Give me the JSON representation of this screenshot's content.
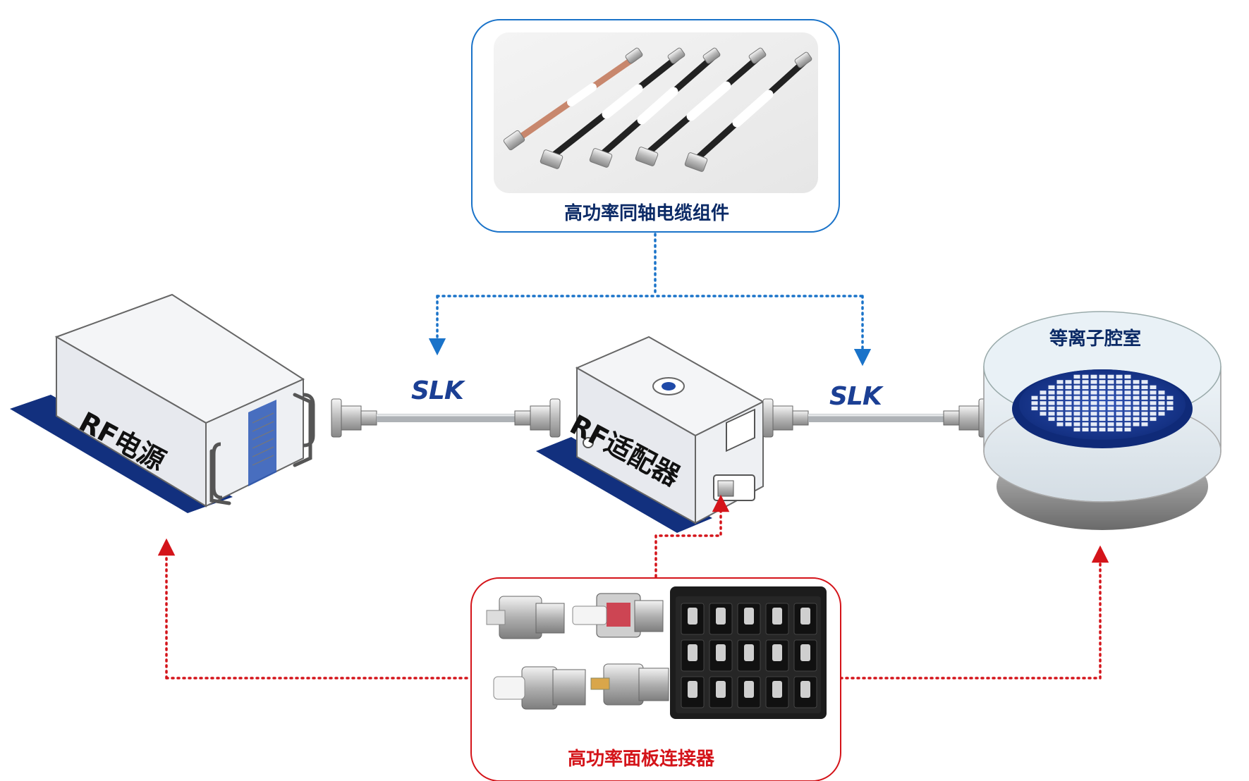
{
  "panels": {
    "cable_assembly": {
      "title": "高功率同轴电缆组件"
    },
    "panel_connector": {
      "title": "高功率面板连接器"
    }
  },
  "devices": {
    "rf_power": {
      "label": "RF电源"
    },
    "rf_adapter": {
      "label": "RF适配器"
    },
    "plasma_chamber": {
      "label": "等离子腔室"
    }
  },
  "logos": {
    "left": {
      "text": "SLK"
    },
    "right": {
      "text": "SLK"
    }
  },
  "colors": {
    "blue_link": "#1a73c9",
    "red_link": "#d4141a",
    "navy": "#0b2a66",
    "device_base": "#12307e"
  },
  "icons": [
    "coaxial-cable-icon",
    "panel-connector-icon",
    "connector-kit-case-icon",
    "rf-power-supply-icon",
    "rf-adapter-icon",
    "plasma-chamber-icon",
    "wafer-icon"
  ]
}
